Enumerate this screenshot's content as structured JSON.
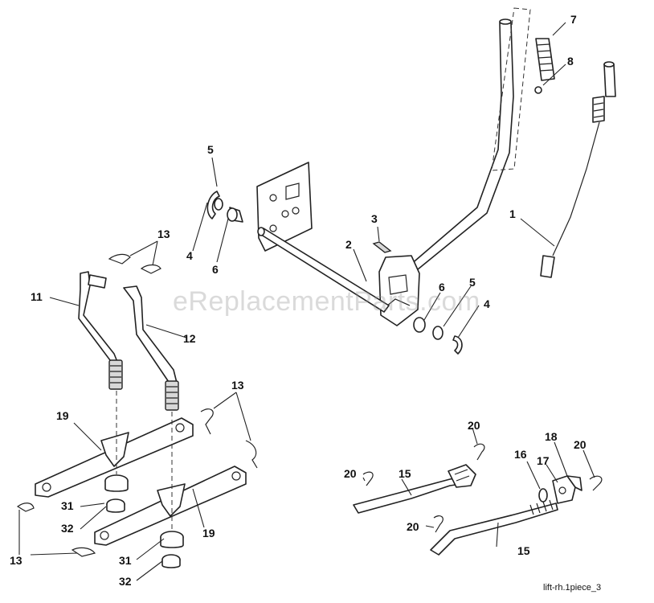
{
  "watermark": "eReplacementParts.com",
  "diagram_ref": "lift-rh.1piece_3",
  "callouts": [
    "1",
    "2",
    "3",
    "4",
    "5",
    "6",
    "7",
    "8",
    "11",
    "12",
    "13",
    "15",
    "16",
    "17",
    "18",
    "19",
    "20",
    "31",
    "32"
  ]
}
